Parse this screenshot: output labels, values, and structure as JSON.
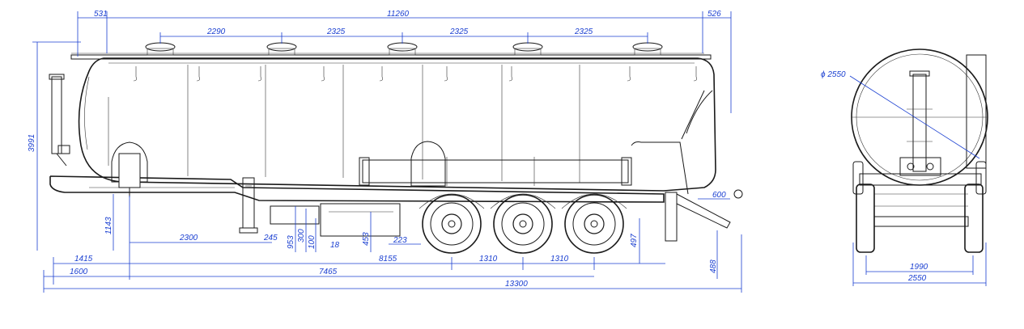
{
  "dimensions": {
    "top_overall": "11260",
    "top_front": "531",
    "top_rear": "526",
    "hatch_1": "2290",
    "hatch_2": "2325",
    "hatch_3": "2325",
    "hatch_4": "2325",
    "height_total": "3991",
    "height_coupling": "1143",
    "front_1415": "1415",
    "front_1600": "1600",
    "len_2300": "2300",
    "len_245": "245",
    "len_953": "953",
    "len_300": "300",
    "len_100": "100",
    "len_18": "18",
    "len_453": "453",
    "len_223": "223",
    "len_8155": "8155",
    "axle_1": "1310",
    "axle_2": "1310",
    "len_7465": "7465",
    "overall_length": "13300",
    "rear_600": "600",
    "rear_497": "497",
    "rear_488": "488",
    "tank_diameter": "ϕ 2550",
    "track_width": "1990",
    "overall_width": "2550"
  }
}
